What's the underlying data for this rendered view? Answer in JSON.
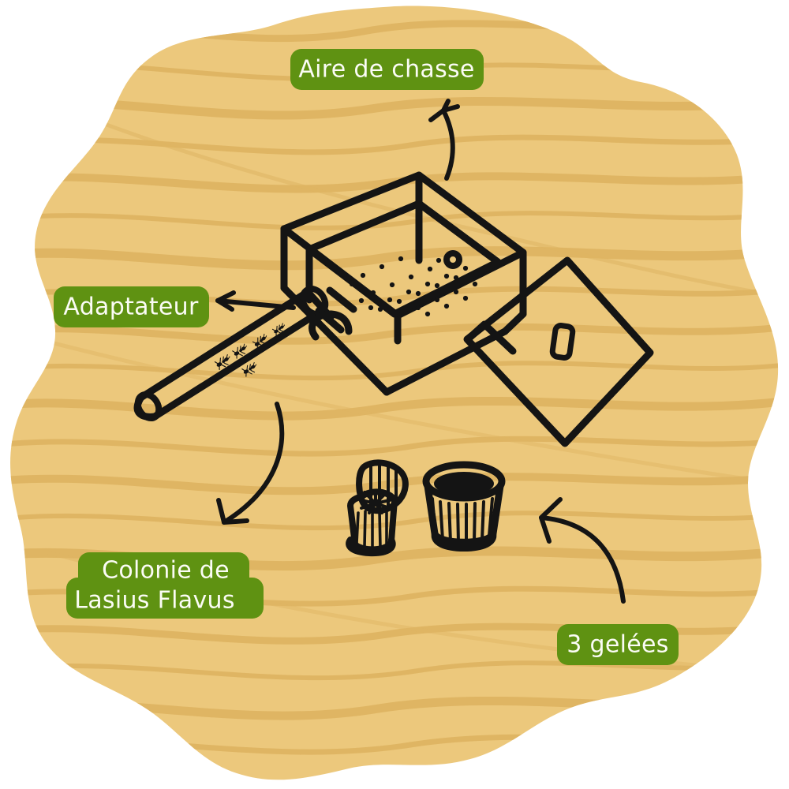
{
  "page": {
    "title": "Aire de chasse — schema de kit fourmiliere",
    "language": "fr",
    "background_color": "#ecc87c",
    "grain_color": "#dfb563",
    "canvas_color": "#ffffff",
    "ink_color": "#141414",
    "badge_color": "#5f9212",
    "badge_text_color": "#fbfcf5"
  },
  "labels": {
    "hunting_area": "Aire de chasse",
    "adapter": "Adaptateur",
    "colony_line1": "Colonie de",
    "colony_line2": "Lasius Flavus",
    "jellies": "3 gelées"
  },
  "illustration": {
    "hunting_box_name": "hunting-area-box",
    "lid_name": "box-lid",
    "tube_name": "ant-tube-adapter",
    "jelly_left_name": "jelly-cup-open",
    "jelly_right_name": "jelly-cup-filled",
    "ant_count": 5,
    "vent_hole_count": 1
  },
  "arrows": [
    {
      "name": "arrow-to-hunting-area",
      "points_to": "hunting_area"
    },
    {
      "name": "arrow-to-adapter",
      "points_to": "adapter"
    },
    {
      "name": "arrow-to-colony",
      "points_to": "colony"
    },
    {
      "name": "arrow-to-jellies",
      "points_to": "jellies"
    }
  ]
}
